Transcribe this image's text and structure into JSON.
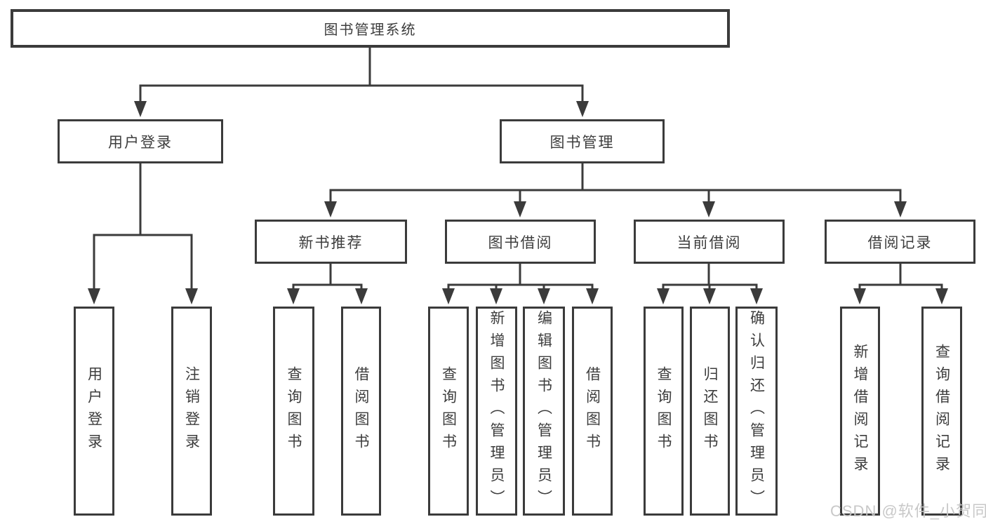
{
  "diagram": {
    "title": "图书管理系统",
    "nodes": {
      "root": {
        "label": "图书管理系统"
      },
      "user_login": {
        "label": "用户登录"
      },
      "book_mgmt": {
        "label": "图书管理"
      },
      "new_book_rec": {
        "label": "新书推荐"
      },
      "book_borrow": {
        "label": "图书借阅"
      },
      "current_borrow": {
        "label": "当前借阅"
      },
      "borrow_record": {
        "label": "借阅记录"
      },
      "leaves": [
        {
          "label": "用户登录",
          "parent": "用户登录"
        },
        {
          "label": "注销登录",
          "parent": "用户登录"
        },
        {
          "label": "查询图书",
          "parent": "新书推荐"
        },
        {
          "label": "借阅图书",
          "parent": "新书推荐"
        },
        {
          "label": "查询图书",
          "parent": "图书借阅"
        },
        {
          "label": "新增图书（管理员）",
          "parent": "图书借阅"
        },
        {
          "label": "编辑图书（管理员）",
          "parent": "图书借阅"
        },
        {
          "label": "借阅图书",
          "parent": "图书借阅"
        },
        {
          "label": "查询图书",
          "parent": "当前借阅"
        },
        {
          "label": "归还图书",
          "parent": "当前借阅"
        },
        {
          "label": "确认归还（管理员）",
          "parent": "当前借阅"
        },
        {
          "label": "新增借阅记录",
          "parent": "借阅记录"
        },
        {
          "label": "查询借阅记录",
          "parent": "借阅记录"
        }
      ]
    },
    "colors": {
      "line": "#3b3b3b",
      "text": "#3d3d3d",
      "watermark": "#c6c6c6",
      "background": "#ffffff"
    }
  },
  "watermark": {
    "text": "CSDN @软件_小贺同学"
  }
}
